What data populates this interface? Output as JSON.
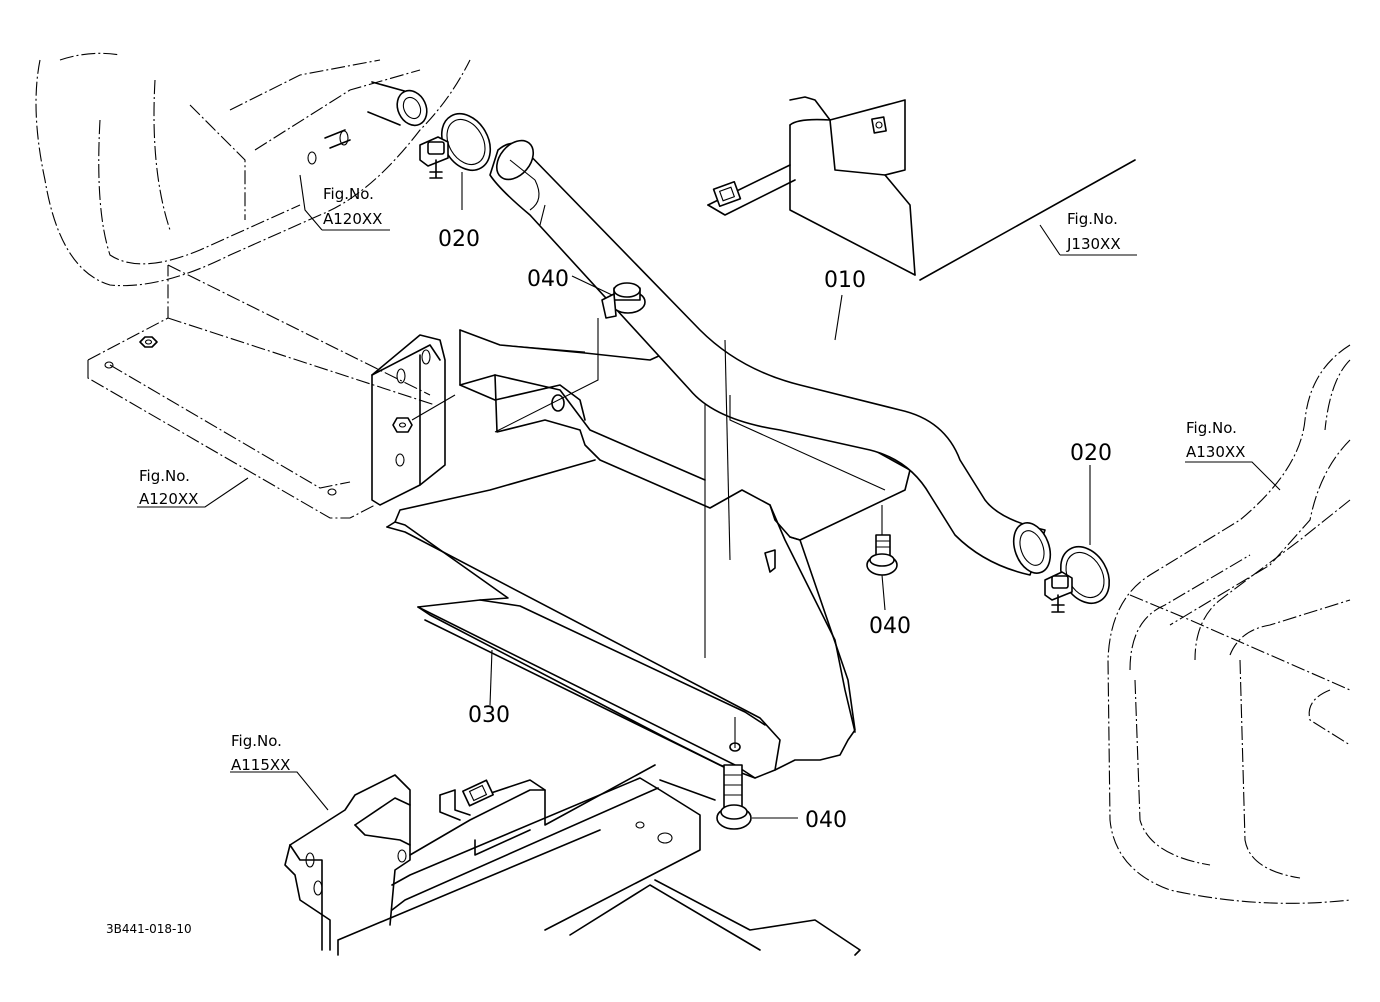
{
  "callouts": {
    "pipe": "010",
    "clamp_top": "020",
    "clamp_right": "020",
    "cover": "030",
    "bolt_top": "040",
    "bolt_right": "040",
    "bolt_bottom": "040"
  },
  "figure_refs": {
    "top_left": {
      "prefix": "Fig.No.",
      "code": "A120XX"
    },
    "mid_left": {
      "prefix": "Fig.No.",
      "code": "A120XX"
    },
    "top_right": {
      "prefix": "Fig.No.",
      "code": "J130XX"
    },
    "right": {
      "prefix": "Fig.No.",
      "code": "A130XX"
    },
    "bottom_left": {
      "prefix": "Fig.No.",
      "code": "A115XX"
    }
  },
  "drawing_code": "3B441-018-10"
}
